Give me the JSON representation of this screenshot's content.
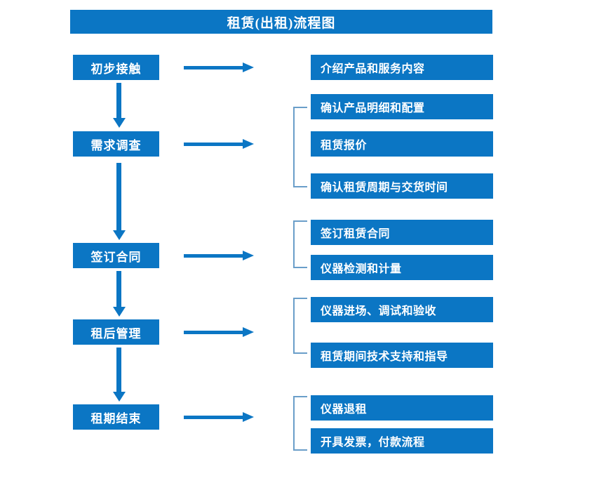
{
  "title": "租赁(出租)流程图",
  "colors": {
    "primary_blue": "#0b76c4",
    "bracket_blue": "#6a9ec9",
    "text_on_box": "#ffffff",
    "background": "#ffffff"
  },
  "stages": [
    {
      "label": "初步接触"
    },
    {
      "label": "需求调查"
    },
    {
      "label": "签订合同"
    },
    {
      "label": "租后管理"
    },
    {
      "label": "租期结束"
    }
  ],
  "task_groups": [
    {
      "stage": "初步接触",
      "bracketed": false,
      "tasks": [
        {
          "label": "介绍产品和服务内容"
        }
      ]
    },
    {
      "stage": "需求调查",
      "bracketed": true,
      "tasks": [
        {
          "label": "确认产品明细和配置"
        },
        {
          "label": "租赁报价"
        },
        {
          "label": "确认租赁周期与交货时间"
        }
      ]
    },
    {
      "stage": "签订合同",
      "bracketed": true,
      "tasks": [
        {
          "label": "签订租赁合同"
        },
        {
          "label": "仪器检测和计量"
        }
      ]
    },
    {
      "stage": "租后管理",
      "bracketed": true,
      "tasks": [
        {
          "label": "仪器进场、调试和验收"
        },
        {
          "label": "租赁期间技术支持和指导"
        }
      ]
    },
    {
      "stage": "租期结束",
      "bracketed": true,
      "tasks": [
        {
          "label": "仪器退租"
        },
        {
          "label": "开具发票，付款流程"
        }
      ]
    }
  ],
  "connectors": {
    "horizontal_arrow_count": 5,
    "vertical_arrow_count": 4
  }
}
